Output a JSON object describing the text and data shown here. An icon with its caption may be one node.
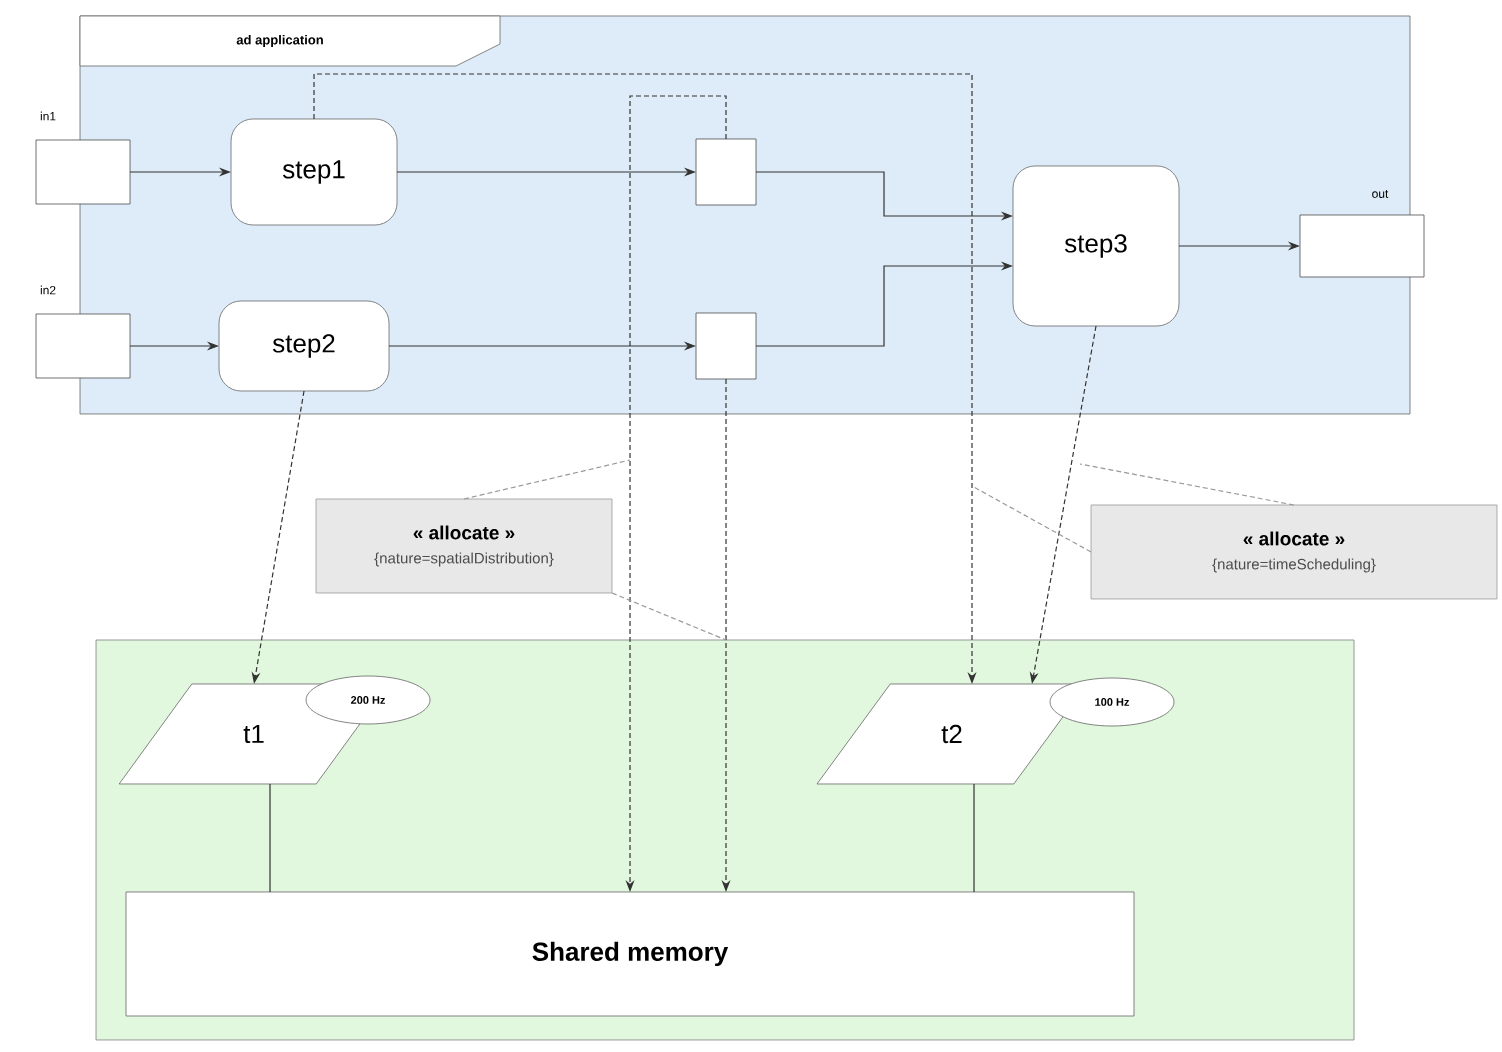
{
  "diagram": {
    "nodes": [
      {
        "text": [
          "ad application"
        ]
      },
      {
        "text": [],
        "shape": "box",
        "beside": [
          "in1"
        ]
      },
      {
        "text": [],
        "shape": "box",
        "beside": [
          "in2"
        ]
      },
      {
        "text": [
          "step1"
        ],
        "in": 0
      },
      {
        "text": [
          "step2"
        ],
        "in": 0
      },
      {
        "text": [],
        "shape": "box",
        "in": 0
      },
      {
        "text": [],
        "shape": "box",
        "in": 0
      },
      {
        "text": [
          "step3"
        ],
        "in": 0
      },
      {
        "text": [],
        "shape": "box",
        "beside": [
          "out"
        ]
      },
      {
        "text": [],
        "shape": "box"
      },
      {
        "text": [
          "t1"
        ],
        "in": 9
      },
      {
        "text": [
          "200 Hz"
        ],
        "in": 9
      },
      {
        "text": [
          "t2"
        ],
        "in": 9
      },
      {
        "text": [
          "100 Hz"
        ],
        "in": 9
      },
      {
        "text": [
          "Shared memory"
        ],
        "in": 9
      },
      {
        "text": [
          "« allocate »",
          "{nature=spatialDistribution}"
        ]
      },
      {
        "text": [
          "« allocate »",
          "{nature=timeScheduling}"
        ]
      }
    ],
    "edges": [
      {
        "from": 1,
        "to": 3,
        "arrow": "to"
      },
      {
        "from": 2,
        "to": 4,
        "arrow": "to"
      },
      {
        "from": 3,
        "to": 5,
        "arrow": "to"
      },
      {
        "from": 4,
        "to": 6,
        "arrow": "to"
      },
      {
        "from": 5,
        "to": 7,
        "arrow": "to"
      },
      {
        "from": 6,
        "to": 7,
        "arrow": "to"
      },
      {
        "from": 7,
        "to": 8,
        "arrow": "to"
      },
      {
        "from": 3,
        "to": 12,
        "arrow": "to",
        "style": "dashed"
      },
      {
        "from": 5,
        "to": 14,
        "arrow": "to",
        "style": "dashed"
      },
      {
        "from": 6,
        "to": 14,
        "arrow": "to",
        "style": "dashed"
      },
      {
        "from": 4,
        "to": 10,
        "arrow": "to",
        "style": "dashed"
      },
      {
        "from": 7,
        "to": 12,
        "arrow": "to",
        "style": "dashed"
      },
      {
        "from": 10,
        "to": 14,
        "arrow": "none"
      },
      {
        "from": 12,
        "to": 14,
        "arrow": "none"
      },
      {
        "from": 15,
        "to": null,
        "arrow": "none",
        "style": "dashed",
        "color": "#999999"
      },
      {
        "from": 15,
        "to": 9,
        "arrow": "none",
        "style": "dashed",
        "color": "#999999"
      },
      {
        "from": 16,
        "to": null,
        "arrow": "none",
        "style": "dashed",
        "color": "#999999"
      },
      {
        "from": 16,
        "to": null,
        "arrow": "none",
        "style": "dashed",
        "color": "#999999"
      }
    ]
  }
}
